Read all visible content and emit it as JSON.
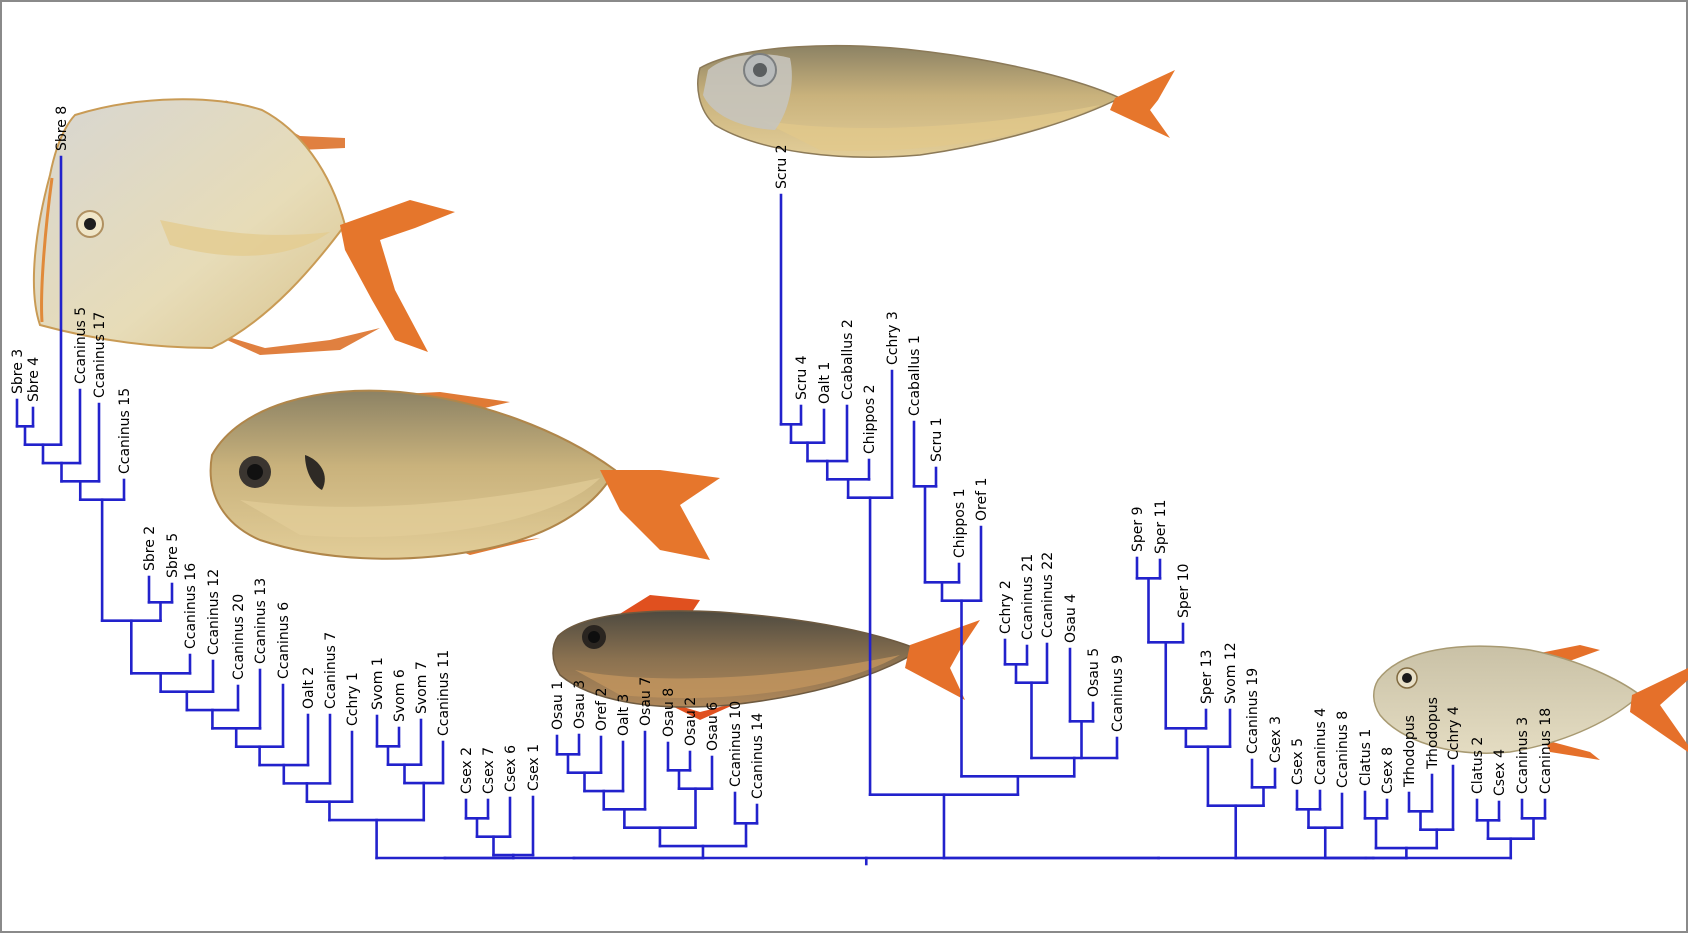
{
  "figure": {
    "type": "dendrogram",
    "branch_color": "#2222cc",
    "leaves": [
      "Sbre 3",
      "Sbre 4",
      "Sbre 8",
      "Ccaninus 5",
      "Ccaninus 17",
      "Ccaninus 15",
      "Sbre 2",
      "Sbre 5",
      "Ccaninus 16",
      "Ccaninus 12",
      "Ccaninus 20",
      "Ccaninus 13",
      "Ccaninus 6",
      "Oalt 2",
      "Ccaninus 7",
      "Cchry 1",
      "Svom 1",
      "Svom 6",
      "Svom 7",
      "Ccaninus 11",
      "Csex 2",
      "Csex 7",
      "Csex 6",
      "Csex 1",
      "Osau 1",
      "Osau 3",
      "Oref 2",
      "Oalt 3",
      "Osau 7",
      "Osau 8",
      "Osau 2",
      "Osau 6",
      "Ccaninus 10",
      "Ccaninus 14",
      "Scru 2",
      "Scru 4",
      "Oalt 1",
      "Ccaballus 2",
      "Chippos 2",
      "Cchry 3",
      "Ccaballus 1",
      "Scru 1",
      "Chippos 1",
      "Oref 1",
      "Cchry 2",
      "Ccaninus 21",
      "Ccaninus 22",
      "Osau 4",
      "Osau 5",
      "Ccaninus 9",
      "Sper 9",
      "Sper 11",
      "Sper 10",
      "Sper 13",
      "Svom 12",
      "Ccaninus 19",
      "Csex 3",
      "Csex 5",
      "Ccaninus 4",
      "Ccaninus 8",
      "Clatus 1",
      "Csex 8",
      "Trhodopus",
      "Trhodopus",
      "Cchry 4",
      "Clatus 2",
      "Csex 4",
      "Ccaninus 3",
      "Ccaninus 18"
    ],
    "fish_images": [
      "moonfish",
      "jack",
      "scad",
      "mackerel-scad",
      "pompano"
    ],
    "fish_colors": {
      "body": "#d9c089",
      "back": "#8f8466",
      "fin": "#e8772f",
      "eye": "#222222"
    }
  }
}
